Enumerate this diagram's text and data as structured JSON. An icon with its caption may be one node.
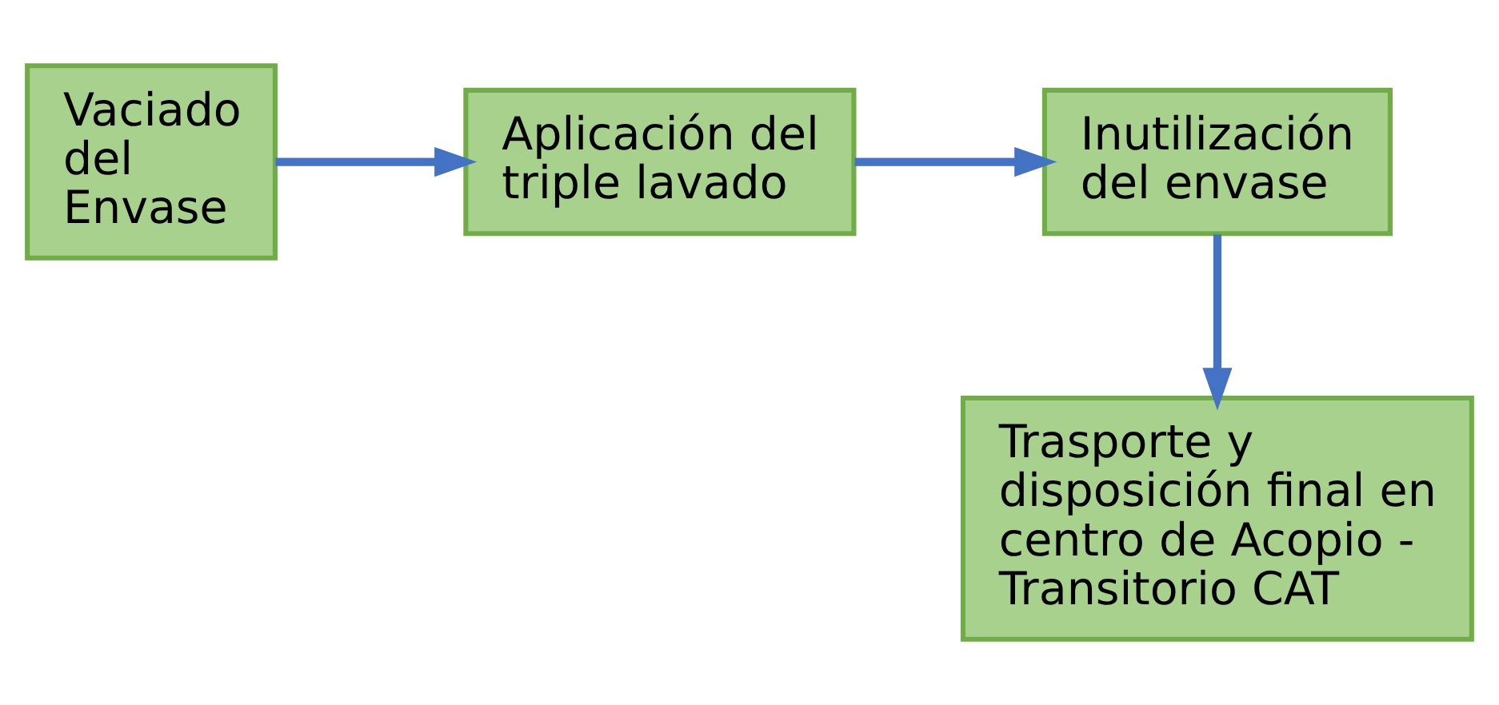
{
  "diagram": {
    "nodes": [
      {
        "text": [
          "Vaciado del Envase"
        ]
      },
      {
        "text": [
          "Aplicación del triple lavado"
        ]
      },
      {
        "text": [
          "Inutilización del envase"
        ]
      },
      {
        "text": [
          "Trasporte y disposición final en centro de Acopio - Transitorio CAT"
        ]
      }
    ],
    "edges": [
      {
        "from": 0,
        "to": 1,
        "arrow": "to"
      },
      {
        "from": 1,
        "to": 2,
        "arrow": "to"
      },
      {
        "from": 2,
        "to": 3,
        "arrow": "to"
      }
    ]
  }
}
